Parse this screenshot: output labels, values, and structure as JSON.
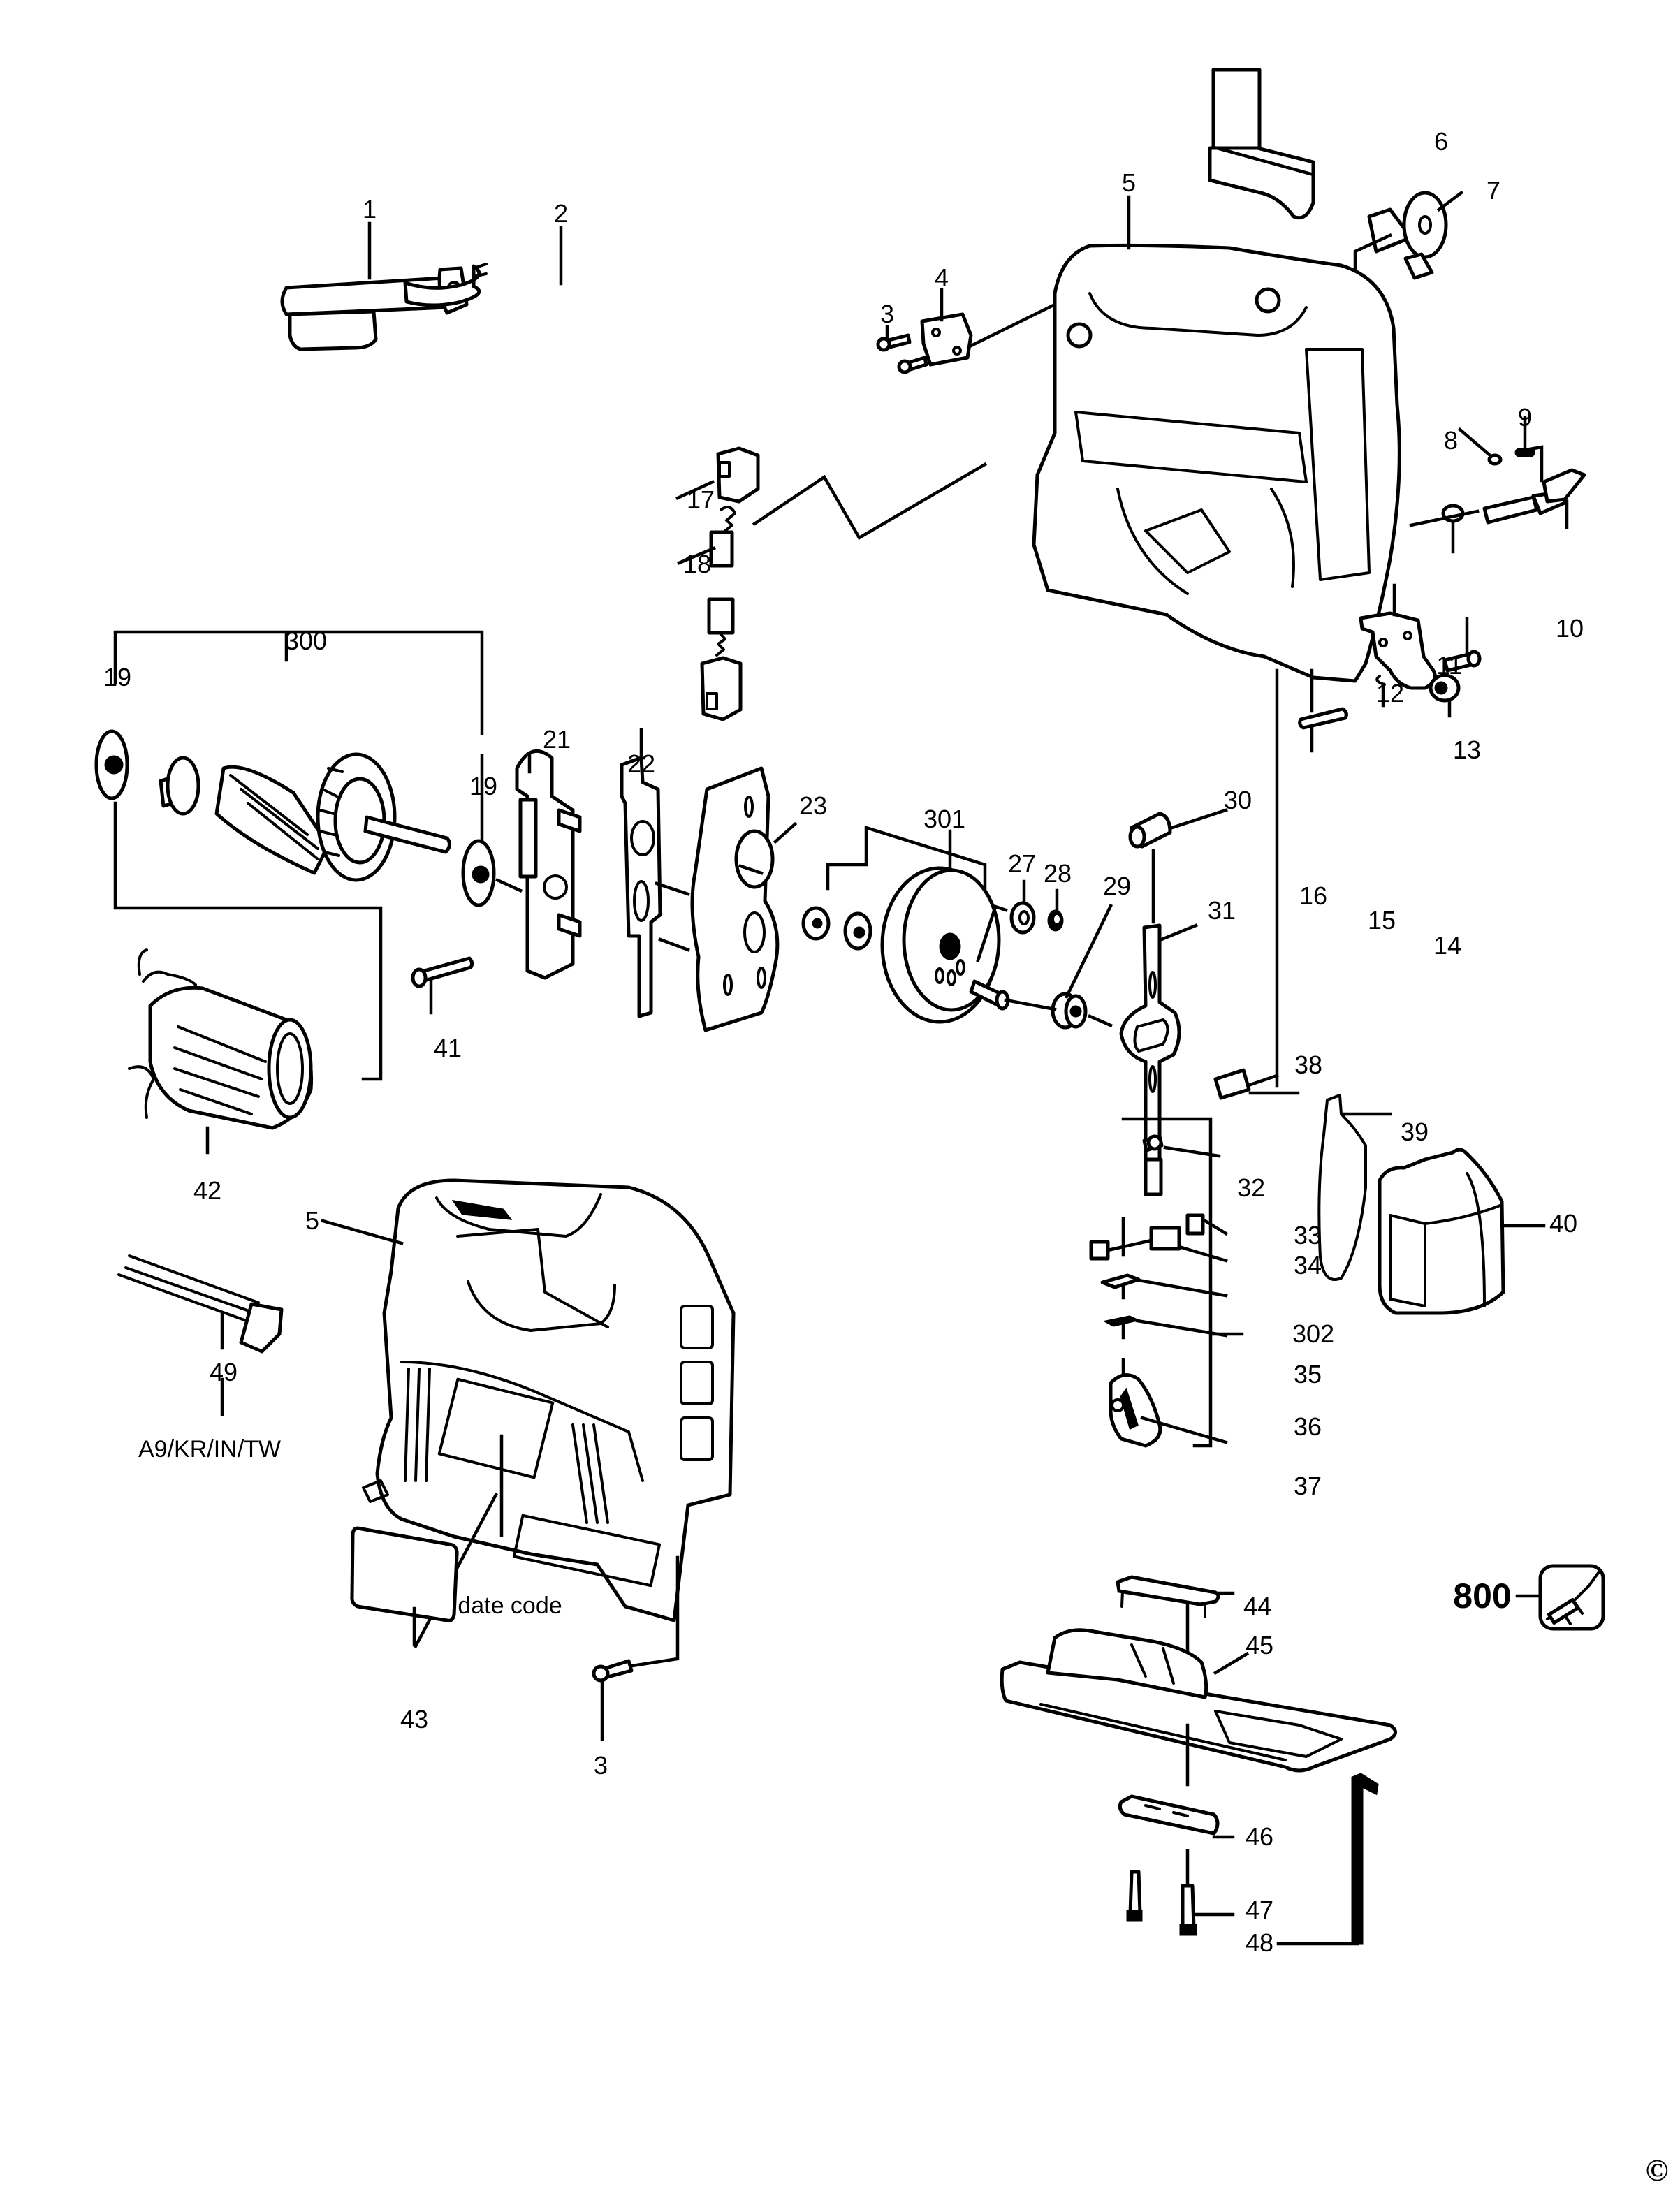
{
  "diagram": {
    "type": "exploded-parts-view",
    "subject": "jigsaw",
    "callouts": {
      "c1": "1",
      "c2": "2",
      "c3a": "3",
      "c3b": "3",
      "c4": "4",
      "c5a": "5",
      "c5b": "5",
      "c6": "6",
      "c7": "7",
      "c8": "8",
      "c9": "9",
      "c10": "10",
      "c11": "11",
      "c12": "12",
      "c13": "13",
      "c14": "14",
      "c15": "15",
      "c16": "16",
      "c17": "17",
      "c18": "18",
      "c19a": "19",
      "c19b": "19",
      "c21": "21",
      "c22": "22",
      "c23": "23",
      "c27": "27",
      "c28": "28",
      "c29": "29",
      "c30": "30",
      "c31": "31",
      "c32": "32",
      "c33": "33",
      "c34": "34",
      "c35": "35",
      "c36": "36",
      "c37": "37",
      "c38": "38",
      "c39": "39",
      "c40": "40",
      "c41": "41",
      "c42": "42",
      "c43": "43",
      "c44": "44",
      "c45": "45",
      "c46": "46",
      "c47": "47",
      "c48": "48",
      "c49": "49",
      "c300": "300",
      "c301": "301",
      "c302": "302",
      "c800": "800"
    },
    "notes": {
      "region_codes": "A9/KR/IN/TW",
      "date_code": "date code"
    },
    "copyright_symbol": "©"
  }
}
